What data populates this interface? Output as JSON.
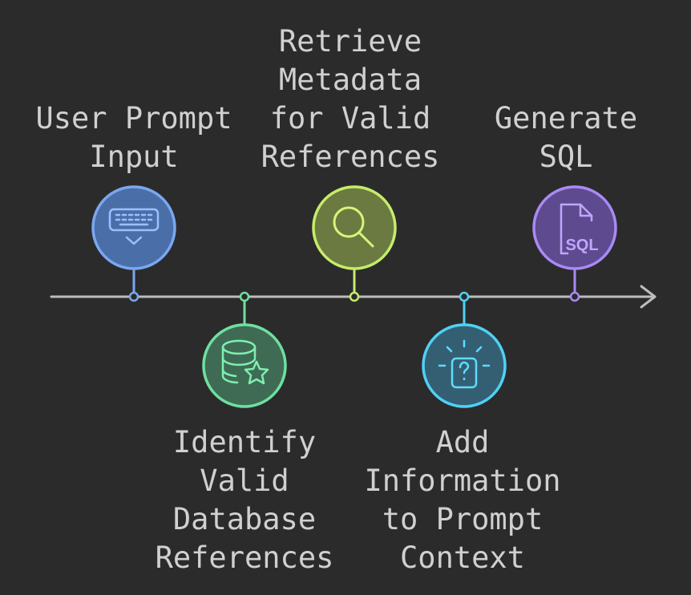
{
  "steps": [
    {
      "lines": [
        "User Prompt",
        "Input"
      ],
      "icon": "keyboard-icon",
      "color": "#7aa7f0",
      "fill": "#4a6fa8"
    },
    {
      "lines": [
        "Identify",
        "Valid",
        "Database",
        "References"
      ],
      "icon": "database-star-icon",
      "color": "#6fe0a0",
      "fill": "#3f6b55"
    },
    {
      "lines": [
        "Retrieve",
        "Metadata",
        "for Valid",
        "References"
      ],
      "icon": "magnifier-icon",
      "color": "#c6ec6a",
      "fill": "#6b7a40"
    },
    {
      "lines": [
        "Add",
        "Information",
        "to Prompt",
        "Context"
      ],
      "icon": "lightbulb-question-icon",
      "color": "#4fd1f5",
      "fill": "#345f73"
    },
    {
      "lines": [
        "Generate",
        "SQL"
      ],
      "icon": "sql-file-icon",
      "color": "#a88af5",
      "fill": "#5e4a8e"
    }
  ],
  "timeline": {
    "color": "#bdbdbd"
  }
}
